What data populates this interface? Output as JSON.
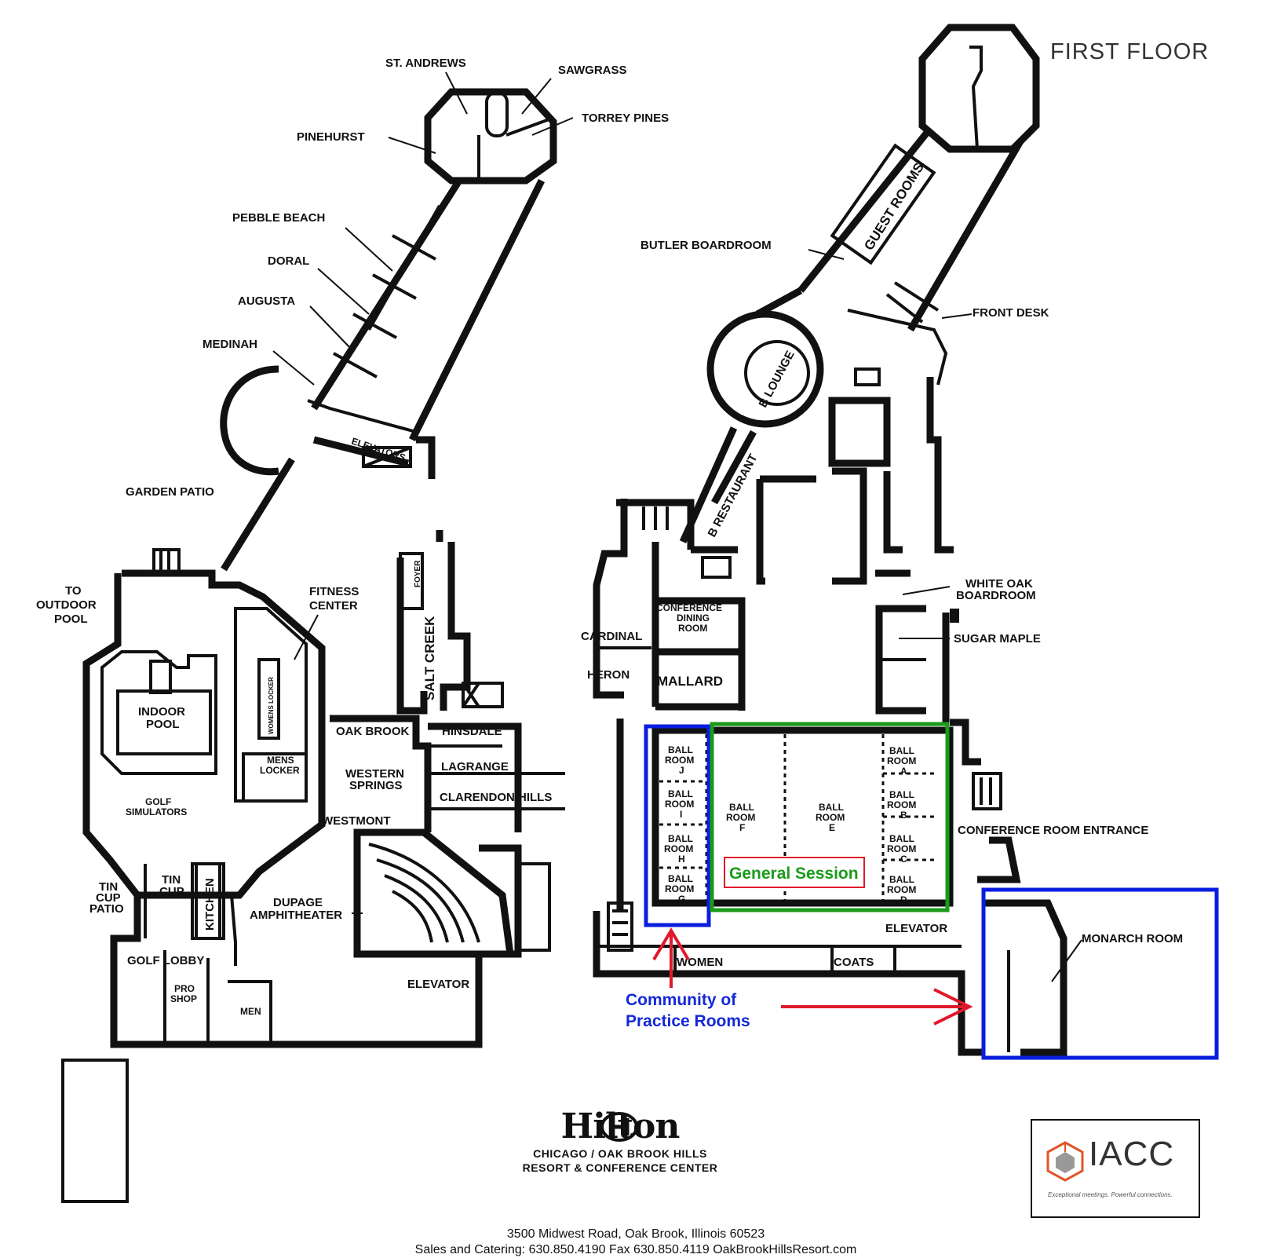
{
  "floor_title": "FIRST FLOOR",
  "left_wing_labels": {
    "st_andrews": "ST. ANDREWS",
    "sawgrass": "SAWGRASS",
    "torrey_pines": "TORREY PINES",
    "pinehurst": "PINEHURST",
    "pebble_beach": "PEBBLE BEACH",
    "doral": "DORAL",
    "augusta": "AUGUSTA",
    "medinah": "MEDINAH",
    "garden_patio": "GARDEN PATIO",
    "elevators": "ELEVATORS",
    "to_outdoor_pool_1": "TO",
    "to_outdoor_pool_2": "OUTDOOR",
    "to_outdoor_pool_3": "POOL",
    "fitness_center_1": "FITNESS",
    "fitness_center_2": "CENTER",
    "indoor_pool_1": "INDOOR",
    "indoor_pool_2": "POOL",
    "womens_locker": "WOMENS LOCKER",
    "mens_locker_1": "MENS",
    "mens_locker_2": "LOCKER",
    "golf_simulators_1": "GOLF",
    "golf_simulators_2": "SIMULATORS",
    "foyer": "FOYER",
    "salt_creek": "SALT CREEK",
    "oak_brook": "OAK BROOK",
    "hinsdale": "HINSDALE",
    "western_springs_1": "WESTERN",
    "western_springs_2": "SPRINGS",
    "lagrange": "LAGRANGE",
    "clarendon_hills": "CLARENDON HILLS",
    "westmont": "WESTMONT",
    "tin_cup_patio_1": "TIN",
    "tin_cup_patio_2": "CUP",
    "tin_cup_patio_3": "PATIO",
    "tin_cup_1": "TIN",
    "tin_cup_2": "CUP",
    "kitchen": "KITCHEN",
    "dupage_1": "DUPAGE",
    "dupage_2": "AMPHITHEATER",
    "golf_lobby": "GOLF LOBBY",
    "pro_shop_1": "PRO",
    "pro_shop_2": "SHOP",
    "men": "MEN",
    "elevator": "ELEVATOR"
  },
  "right_wing_labels": {
    "guest_rooms": "GUEST ROOMS",
    "butler_boardroom": "BUTLER BOARDROOM",
    "front_desk": "FRONT DESK",
    "b_lounge": "B LOUNGE",
    "b_restaurant": "B RESTAURANT",
    "conference_dining_1": "CONFERENCE",
    "conference_dining_2": "DINING",
    "conference_dining_3": "ROOM",
    "cardinal": "CARDINAL",
    "heron": "HERON",
    "mallard": "MALLARD",
    "white_oak_1": "WHITE OAK",
    "white_oak_2": "BOARDROOM",
    "sugar_maple": "SUGAR MAPLE",
    "conference_room_entrance": "CONFERENCE ROOM ENTRANCE",
    "elevator": "ELEVATOR",
    "monarch_room": "MONARCH ROOM",
    "women": "WOMEN",
    "coats": "COATS"
  },
  "ballrooms": [
    {
      "l1": "BALL",
      "l2": "ROOM",
      "l3": "J"
    },
    {
      "l1": "BALL",
      "l2": "ROOM",
      "l3": "I"
    },
    {
      "l1": "BALL",
      "l2": "ROOM",
      "l3": "H"
    },
    {
      "l1": "BALL",
      "l2": "ROOM",
      "l3": "G"
    },
    {
      "l1": "BALL",
      "l2": "ROOM",
      "l3": "F"
    },
    {
      "l1": "BALL",
      "l2": "ROOM",
      "l3": "E"
    },
    {
      "l1": "BALL",
      "l2": "ROOM",
      "l3": "A"
    },
    {
      "l1": "BALL",
      "l2": "ROOM",
      "l3": "B"
    },
    {
      "l1": "BALL",
      "l2": "ROOM",
      "l3": "C"
    },
    {
      "l1": "BALL",
      "l2": "ROOM",
      "l3": "D"
    }
  ],
  "annotations": {
    "general_session": "General Session",
    "community_1": "Community of",
    "community_2": "Practice Rooms",
    "colors": {
      "green": "#1a9a1a",
      "blue": "#0a1ee0",
      "red": "#e0182a",
      "label_blue": "#1428d8"
    }
  },
  "branding": {
    "hilton_name": "Hilton",
    "hilton_sub_1": "CHICAGO / OAK BROOK HILLS",
    "hilton_sub_2": "RESORT & CONFERENCE CENTER",
    "address_line_1": "3500 Midwest Road, Oak Brook, Illinois 60523",
    "address_line_2": "Sales and Catering: 630.850.4190    Fax  630.850.4119    OakBrookHillsResort.com",
    "iacc_name": "IACC",
    "iacc_tagline": "Exceptional meetings. Powerful connections."
  }
}
